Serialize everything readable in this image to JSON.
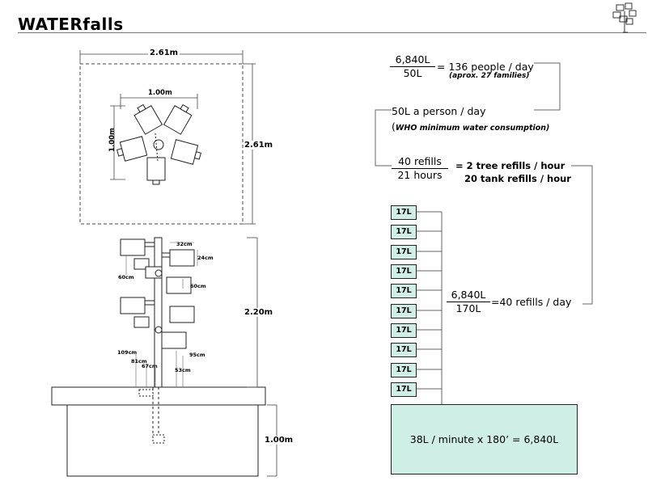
{
  "title": "WATERfalls",
  "logo_icon": "tree-logo-icon",
  "plan_view": {
    "outer_width": "2.61m",
    "outer_height": "2.61m",
    "inner_width": "1.00m",
    "inner_height": "1.00m"
  },
  "elevation_view": {
    "tree_height": "2.20m",
    "base_height": "1.00m",
    "labels": {
      "pot_width": "32cm",
      "pot_height": "24cm",
      "left_60": "60cm",
      "right_60": "60cm",
      "h109": "109cm",
      "h81": "81cm",
      "h67": "67cm",
      "h95": "95cm",
      "h53": "53cm"
    }
  },
  "calc": {
    "people_num": "6,840L",
    "people_den": "50L",
    "people_result": "= 136 people / day",
    "families": "(aprox. 27 families)",
    "per_person": "50L a person / day",
    "who_prefix": "(",
    "who_note": "WHO minimum water consumption)",
    "refills_num": "40 refills",
    "refills_den": "21 hours",
    "tree_refills": "= 2 tree refills / hour",
    "tank_refills": "20 tank refills / hour",
    "day_num": "6,840L",
    "day_den": "170L",
    "day_result": "=40 refills / day",
    "tank_label": "17L",
    "tank_count": 10,
    "big_tank": "38L / minute x 180’ = 6,840L"
  }
}
